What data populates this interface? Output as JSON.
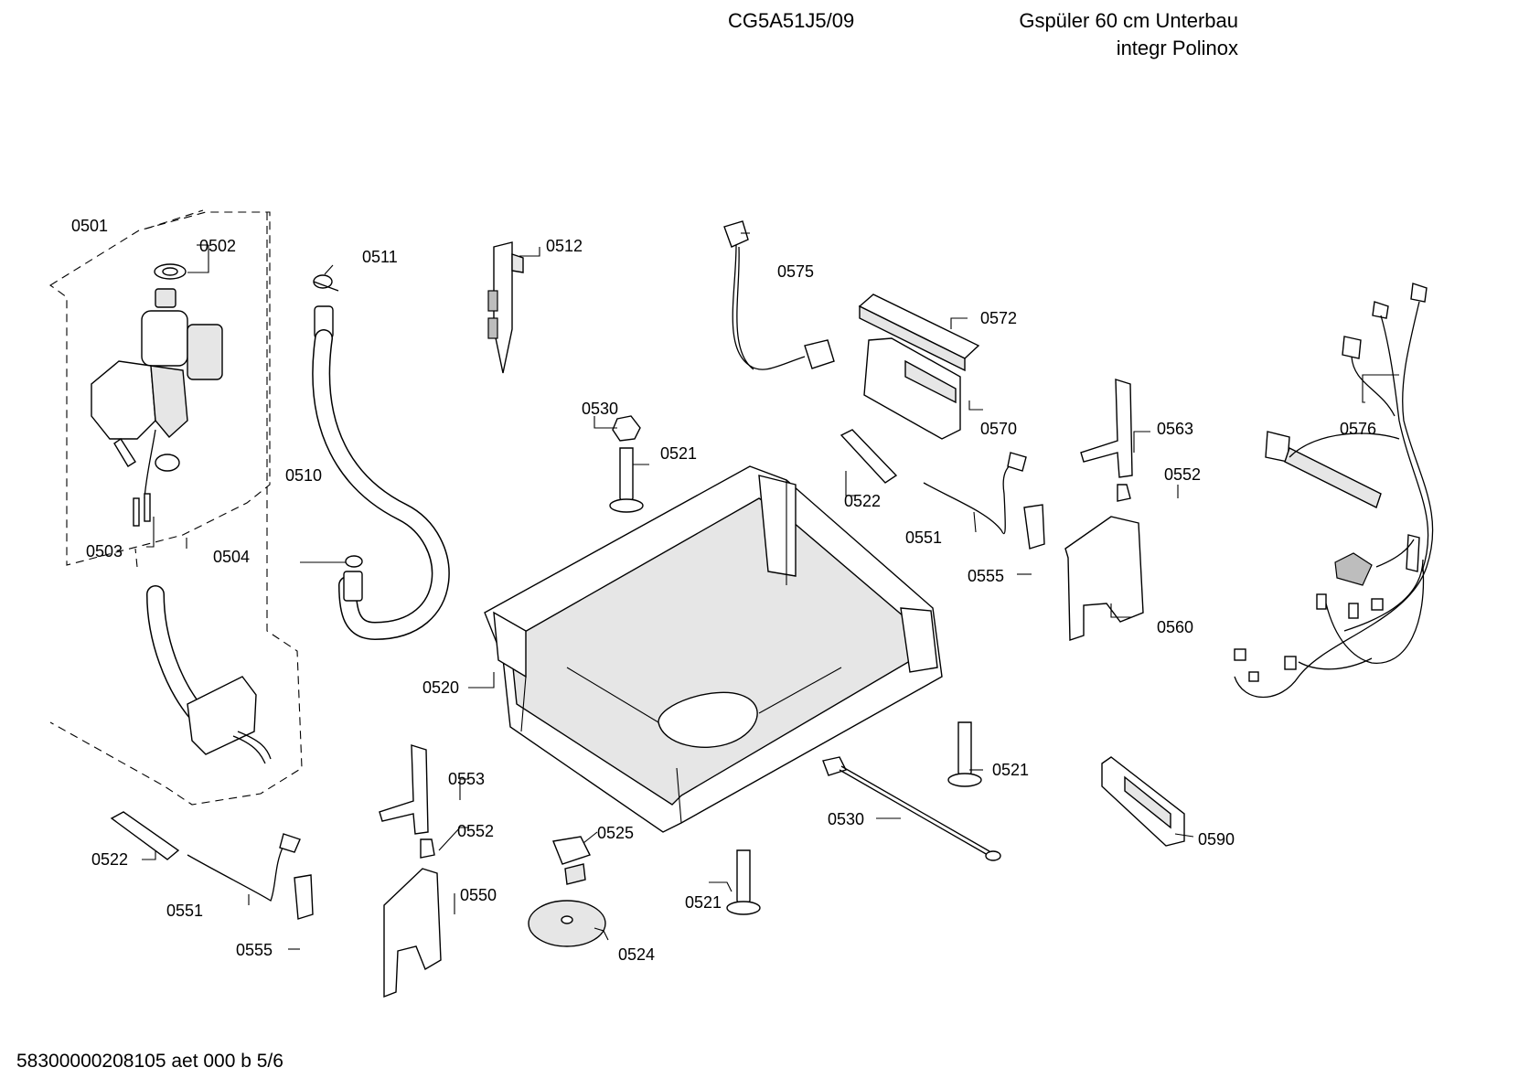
{
  "header": {
    "model": "CG5A51J5/09",
    "description_line1": "Gspüler 60 cm Unterbau",
    "description_line2": "integr Polinox"
  },
  "footer": {
    "document_id": "58300000208105 aet 000 b 5/6"
  },
  "callouts": {
    "c0501": "0501",
    "c0502": "0502",
    "c0503": "0503",
    "c0504": "0504",
    "c0510": "0510",
    "c0511": "0511",
    "c0512": "0512",
    "c0520": "0520",
    "c0521_top": "0521",
    "c0521_right": "0521",
    "c0521_bottom": "0521",
    "c0522_left": "0522",
    "c0522_mid": "0522",
    "c0524": "0524",
    "c0525": "0525",
    "c0530_top": "0530",
    "c0530_rod": "0530",
    "c0550": "0550",
    "c0551_left": "0551",
    "c0551_mid": "0551",
    "c0552_left": "0552",
    "c0552_right": "0552",
    "c0553": "0553",
    "c0555_left": "0555",
    "c0555_mid": "0555",
    "c0560": "0560",
    "c0563": "0563",
    "c0570": "0570",
    "c0572": "0572",
    "c0575": "0575",
    "c0576": "0576",
    "c0590": "0590"
  }
}
